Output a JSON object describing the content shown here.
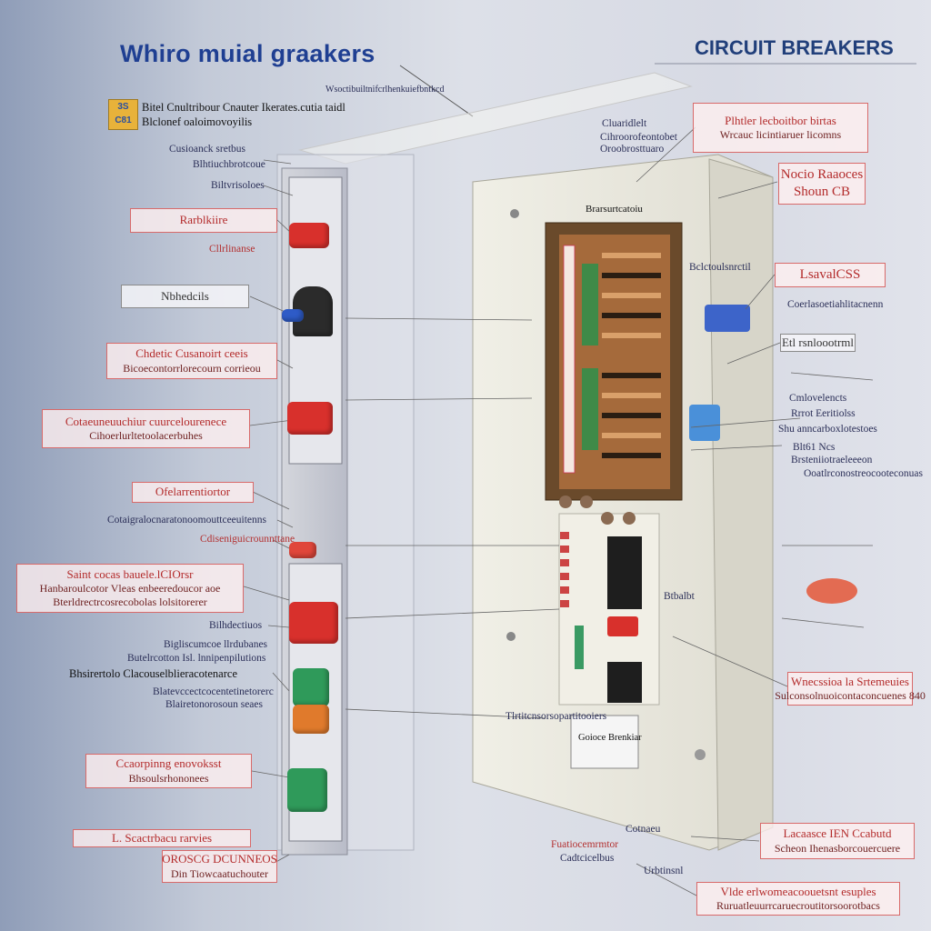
{
  "header": {
    "title_left": "Whiro muial graakers",
    "title_right": "CIRCUIT BREAKERS"
  },
  "logo_badge": {
    "top": "3S",
    "bottom": "C81"
  },
  "left_labels": {
    "top_block_line1": "Bitel Cnultribour Cnauter Ikerates.cutia taidl",
    "top_block_line2": "Blclonef oaloimovoyilis",
    "label_a1": "Cusioanck sretbus",
    "label_a2": "Blhtiuchbrotcoue",
    "label_a3": "Biltvrisoloes",
    "box_1": "Rarblkiire",
    "label_b1": "Cllrlinanse",
    "box_2": "Nbhedcils",
    "box_3_line1": "Chdetic Cusanoirt ceeis",
    "box_3_line2": "Bicoecontorrlorecourn corrieou",
    "box_4_line1": "Cotaeuneuuchiur cuurcelourenece",
    "box_4_line2": "Cihoerlurltetoolacerbuhes",
    "box_5": "Ofelarrentiortor",
    "label_c1": "Cotaigralocnaratonoomouttceeuitenns",
    "label_c2": "Cdiseniguicrounnttane",
    "box_6_line1": "Saint cocas bauele.lCIOrsr",
    "box_6_line2": "Hanbaroulcotor Vleas enbeeredoucor aoe",
    "box_6_line3": "Bterldrectrcosrecobolas lolsitorerer",
    "label_d1": "Bilhdectiuos",
    "label_d2": "Bigliscumcoe llrdubanes",
    "label_d3": "Butelrcotton Isl. lnnipenpilutions",
    "label_d4": "Bhsirertolo Clacouselblieracotenarce",
    "label_d5": "Blatevccectcocentetinetorerc",
    "label_d6": "Blairetonorosoun seaes",
    "box_7_line1": "Ccaorpinng enovoksst",
    "box_7_line2": "Bhsoulsrhononees",
    "box_8": "L. Scactrbacu rarvies",
    "box_9_line1": "OROSCG DCUNNEOS",
    "box_9_line2": "Din Tiowcaatuchouter"
  },
  "center_labels": {
    "top_note": "Wsoctibuiltnifcrlhenkuiefbntkcd",
    "mid_note1": "Cluaridlelt",
    "mid_note2": "Cihroorofeontobet",
    "mid_note3": "Oroobrosttuaro",
    "panel_top": "Brarsurtcatoiu",
    "panel_label": "Btbalbt",
    "panel_plate": "Goioce Brenkiar",
    "bottom_note1": "Tlrtitcnsorsopartitooiers",
    "bottom_note2": "Cotnaeu",
    "bottom_note3": "Fuatiocemrmtor",
    "bottom_note4": "Cadtcicelbus",
    "bottom_note5": "Urbtinsnl"
  },
  "right_labels": {
    "box_1_line1": "Plhtler lecboitbor birtas",
    "box_1_line2": "Wrcauc licintiaruer licomns",
    "box_2_line1": "Nocio Raaoces",
    "box_2_line2": "Shoun CB",
    "label_a1": "Bclctoulsnrctil",
    "box_3": "LsavalCSS",
    "label_a2": "Coerlasoetiahlitacnenn",
    "box_4": "Etl rsnloootrml",
    "label_b1": "Cmlovelencts",
    "label_b2": "Rrrot Eeritiolss",
    "label_b3": "Shu anncarboxlotestoes",
    "label_b4": "Blt61 Ncs",
    "label_b5": "Brsteniiotraeleeeon",
    "label_b6": "Ooatlrconostreocooteconuas",
    "box_5_line1": "Wnecssioa la Srtemeuies",
    "box_5_line2": "Sulconsolnuoicontaconcuenes 840",
    "box_6_line1": "Lacaasce IEN Ccabutd",
    "box_6_line2": "Scheon Ihenasborcouercuere",
    "box_7_line1": "Vlde erlwomeacoouetsnt esuples",
    "box_7_line2": "Ruruatleuurrcaruecroutitorsoorotbacs"
  },
  "colors": {
    "title_blue": "#1f3f92",
    "callout_red": "#b32a2a",
    "breaker_red": "#d8302c",
    "breaker_green": "#2f9a5a",
    "breaker_blue": "#2e5bc7",
    "breaker_orange": "#e07a2c",
    "panel_cream": "#ecebe0"
  }
}
